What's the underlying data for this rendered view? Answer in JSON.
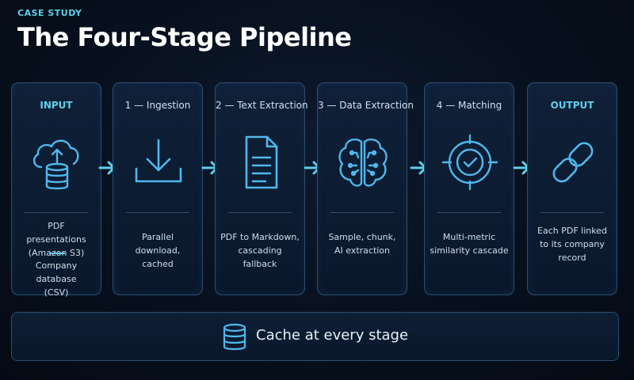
{
  "header": {
    "eyebrow": "CASE STUDY",
    "title": "The Four-Stage Pipeline"
  },
  "stages": [
    {
      "label": "INPUT",
      "icon": "cloud-database-icon",
      "desc_lines": [
        "PDF presentations",
        "(Amazon S3)"
      ],
      "desc_lines_2": [
        "Company database",
        "(CSV)"
      ]
    },
    {
      "label": "1 — Ingestion",
      "icon": "download-icon",
      "desc_lines": [
        "Parallel download,",
        "cached"
      ]
    },
    {
      "label": "2 — Text Extraction",
      "icon": "document-icon",
      "desc_lines": [
        "PDF to Markdown,",
        "cascading fallback"
      ]
    },
    {
      "label": "3 — Data Extraction",
      "icon": "brain-icon",
      "desc_lines": [
        "Sample, chunk,",
        "AI extraction"
      ]
    },
    {
      "label": "4 — Matching",
      "icon": "target-check-icon",
      "desc_lines": [
        "Multi-metric",
        "similarity cascade"
      ]
    },
    {
      "label": "OUTPUT",
      "icon": "link-icon",
      "desc_lines": [
        "Each PDF linked",
        "to its company",
        "record"
      ]
    }
  ],
  "cache": {
    "label": "Cache at every stage",
    "icon": "database-icon"
  },
  "colors": {
    "accent": "#5fd0ec",
    "icon_stroke": "#4fb8ec",
    "border": "#2c4d70"
  }
}
